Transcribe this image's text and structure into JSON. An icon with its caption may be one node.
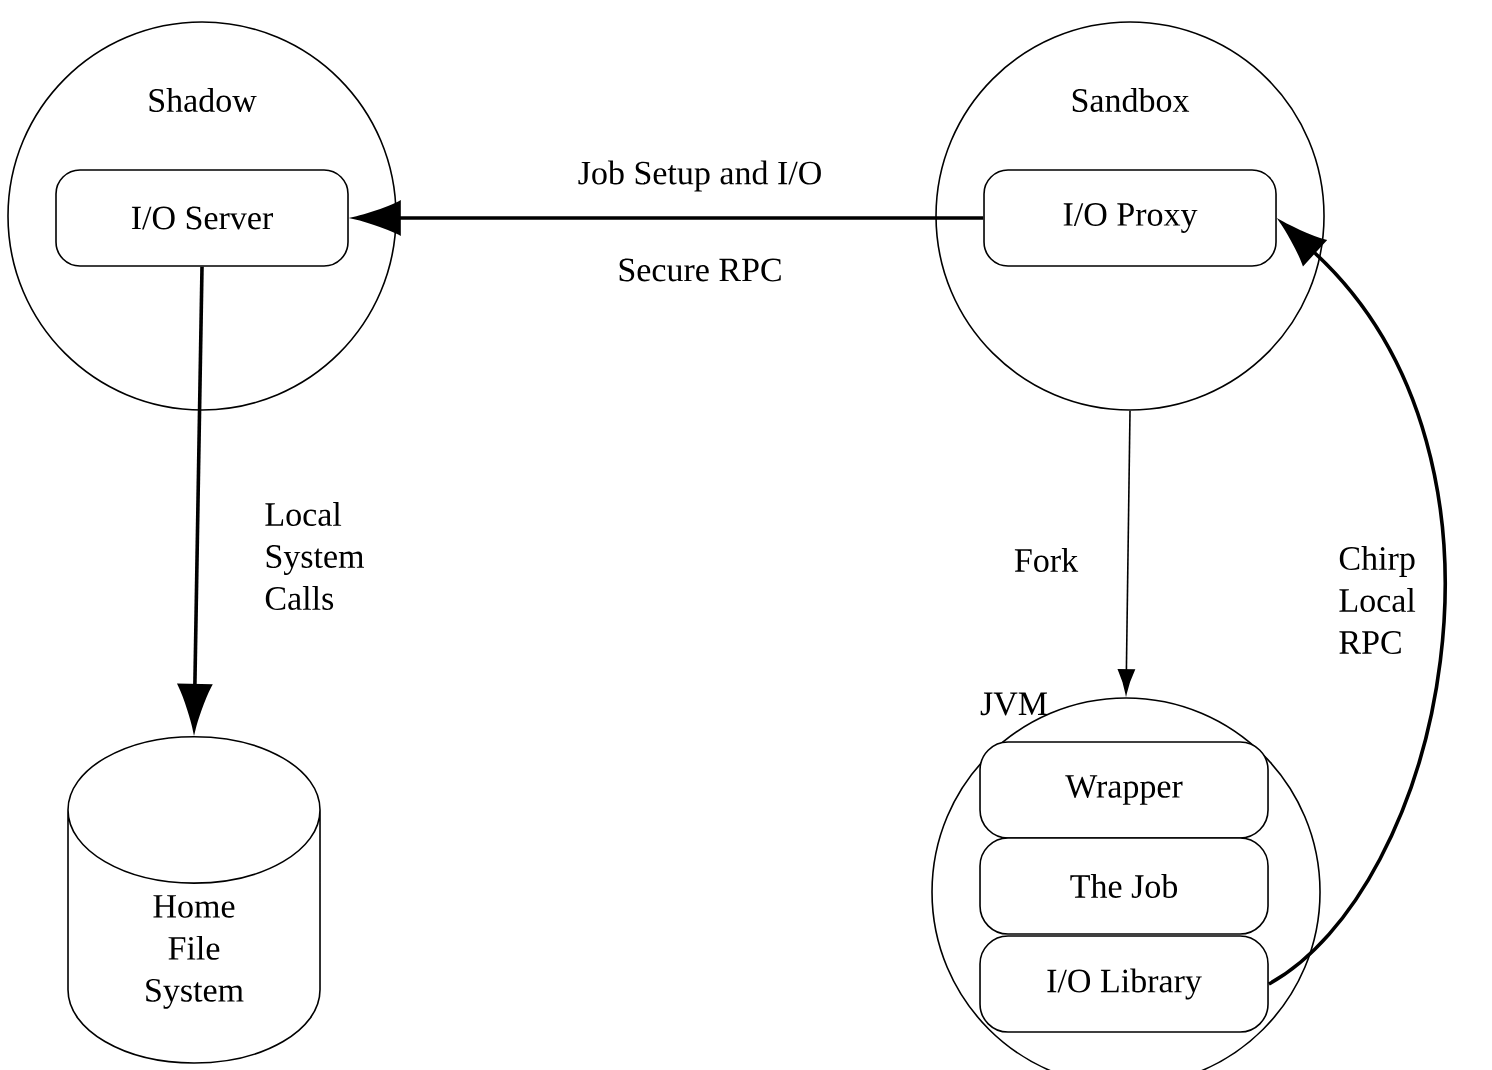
{
  "diagram": {
    "nodes": [
      {
        "text": [
          "Shadow"
        ]
      },
      {
        "text": [
          "I/O Server"
        ],
        "in": 0
      },
      {
        "text": [
          "Sandbox"
        ]
      },
      {
        "text": [
          "I/O Proxy"
        ],
        "in": 2
      },
      {
        "text": [
          "Home File System"
        ]
      },
      {
        "text": [
          "JVM"
        ]
      },
      {
        "text": [
          "Wrapper"
        ],
        "in": 5
      },
      {
        "text": [
          "The Job"
        ],
        "in": 5
      },
      {
        "text": [
          "I/O Library"
        ],
        "in": 5
      }
    ],
    "edges": [
      {
        "from": 3,
        "to": 1,
        "arrow": "to",
        "label": "Job Setup and I/O"
      },
      {
        "from": 1,
        "to": 4,
        "arrow": "to",
        "label": "Local System Calls"
      },
      {
        "from": 2,
        "to": 5,
        "arrow": "to",
        "label": "Fork"
      },
      {
        "from": 8,
        "to": 3,
        "arrow": "to",
        "label": "Chirp Local RPC"
      }
    ],
    "labels": [
      "Secure RPC"
    ]
  }
}
